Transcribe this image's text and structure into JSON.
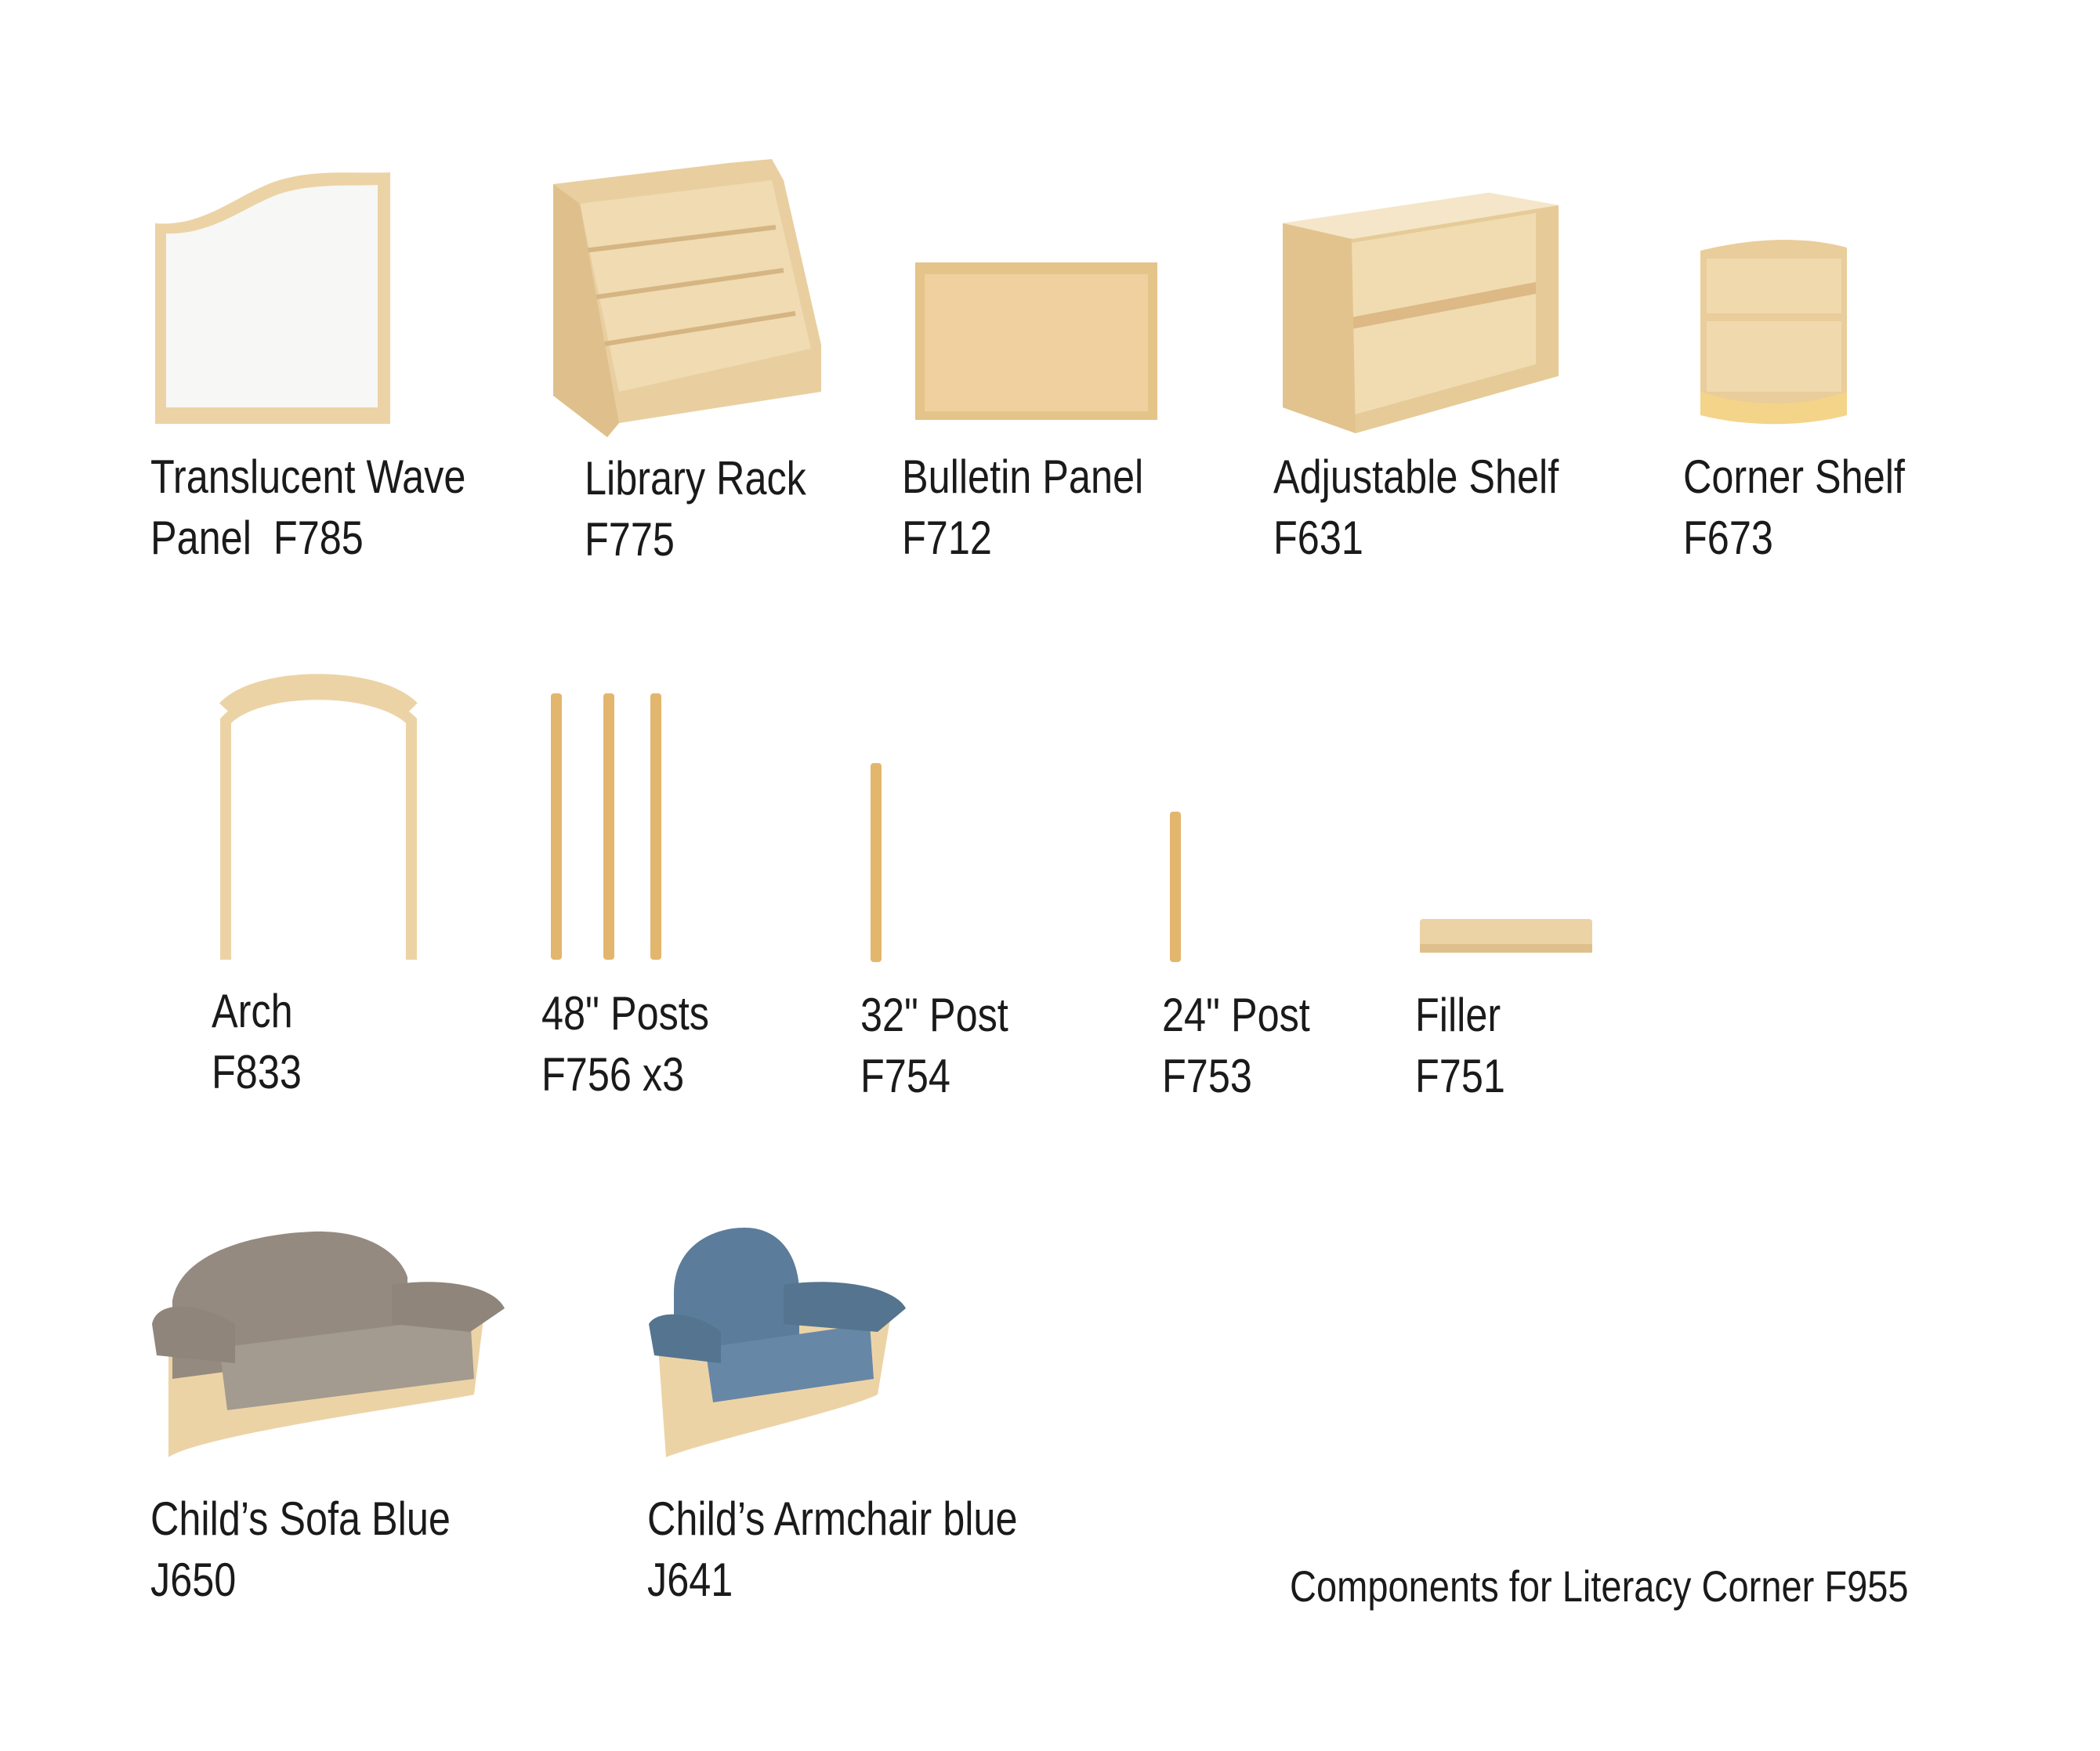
{
  "caption": "Components for Literacy Corner F955",
  "colors": {
    "wood": "#ecd3a6",
    "wood_dark": "#d9b67c",
    "cork": "#efd09e",
    "sofa": "#9a8e84",
    "armchair": "#5f7f9e"
  },
  "items": [
    {
      "name": "Translucent Wave",
      "code": "Panel  F785"
    },
    {
      "name": "Library Rack",
      "code": "F775"
    },
    {
      "name": "Bulletin Panel",
      "code": "F712"
    },
    {
      "name": "Adjustable Shelf",
      "code": "F631"
    },
    {
      "name": "Corner Shelf",
      "code": "F673"
    },
    {
      "name": "Arch",
      "code": "F833"
    },
    {
      "name": "48\" Posts",
      "code": "F756 x3"
    },
    {
      "name": "32\" Post",
      "code": "F754"
    },
    {
      "name": "24\" Post",
      "code": "F753"
    },
    {
      "name": "Filler",
      "code": "F751"
    },
    {
      "name": "Child’s Sofa Blue",
      "code": "J650"
    },
    {
      "name": "Child’s Armchair blue",
      "code": "J641"
    }
  ]
}
